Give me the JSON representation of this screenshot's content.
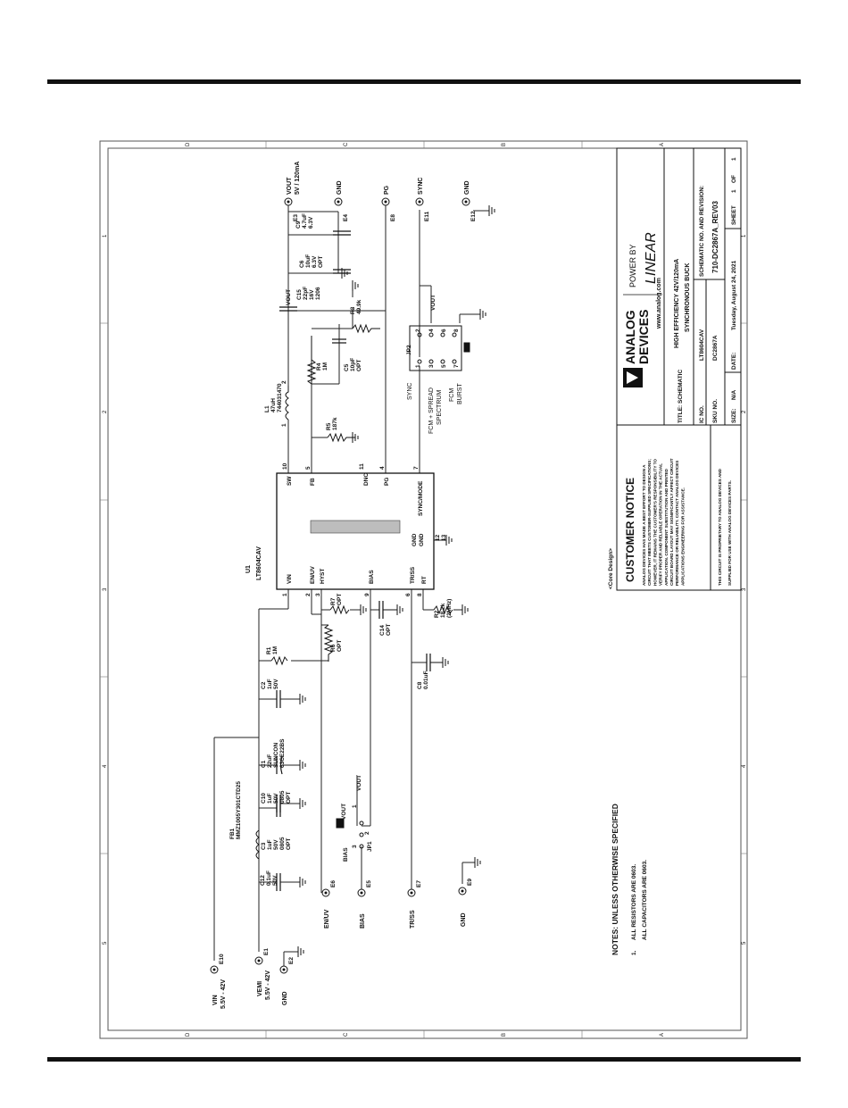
{
  "border": {
    "zones_top": [
      "D",
      "C",
      "B",
      "A"
    ],
    "zones_bottom": [
      "D",
      "C",
      "B",
      "A"
    ],
    "zones_left": [
      "5",
      "4",
      "3",
      "2",
      "1"
    ],
    "zones_right": [
      "5",
      "4",
      "3",
      "2",
      "1"
    ]
  },
  "ic": {
    "ref": "U1",
    "part": "LT8604CAV",
    "left_pins": [
      {
        "num": "1",
        "name": "VIN"
      },
      {
        "num": "2",
        "name": "EN/UV"
      },
      {
        "num": "3",
        "name": "HYST"
      },
      {
        "num": "9",
        "name": "BIAS"
      },
      {
        "num": "6",
        "name": "TR/SS"
      },
      {
        "num": "8",
        "name": "RT"
      }
    ],
    "right_pins": [
      {
        "num": "10",
        "name": "SW"
      },
      {
        "num": "5",
        "name": "FB"
      },
      {
        "num": "11",
        "name": "DNC"
      },
      {
        "num": "4",
        "name": "PG"
      },
      {
        "num": "7",
        "name": "SYNC/MODE"
      }
    ],
    "gnd_pins": [
      "GND",
      "GND"
    ],
    "gnd_nums": [
      "12",
      "13"
    ]
  },
  "terminals": [
    {
      "id": "E10",
      "label": "VIN",
      "sub": "5.5V - 42V"
    },
    {
      "id": "E1",
      "label": "VEMI",
      "sub": "5.5V - 42V"
    },
    {
      "id": "E2",
      "label": "GND",
      "sub": ""
    },
    {
      "id": "E6",
      "label": "EN/UV",
      "sub": ""
    },
    {
      "id": "E5",
      "label": "BIAS",
      "sub": ""
    },
    {
      "id": "E7",
      "label": "TR/SS",
      "sub": ""
    },
    {
      "id": "E9",
      "label": "GND",
      "sub": ""
    },
    {
      "id": "E3",
      "label": "VOUT",
      "sub": "5V / 120mA"
    },
    {
      "id": "E4",
      "label": "GND",
      "sub": ""
    },
    {
      "id": "E8",
      "label": "PG",
      "sub": ""
    },
    {
      "id": "E11",
      "label": "SYNC",
      "sub": ""
    },
    {
      "id": "E12",
      "label": "GND",
      "sub": ""
    }
  ],
  "parts": {
    "c12": [
      "C12",
      "0.1uF",
      "50V"
    ],
    "fb1": [
      "FB1",
      "MMZ1005Y301CTD25"
    ],
    "c3": [
      "C3",
      "1uF",
      "50V",
      "0805",
      "OPT"
    ],
    "c10": [
      "C10",
      "1uF",
      "50V",
      "0805",
      "OPT"
    ],
    "c1": [
      "C1",
      "22uF",
      "SUNCON",
      "63CE22BS"
    ],
    "c2": [
      "C2",
      "1uF",
      "50V"
    ],
    "r1": [
      "R1",
      "1M"
    ],
    "r6": [
      "R6",
      "OPT"
    ],
    "r7": [
      "R7",
      "OPT"
    ],
    "c14": [
      "C14",
      "OPT"
    ],
    "c8": [
      "C8",
      "0.01uF"
    ],
    "r2": [
      "R2",
      "18.2k",
      "(2MHz)"
    ],
    "l1": [
      "L1",
      "47uH",
      "744031470"
    ],
    "r5": [
      "R5",
      "187k"
    ],
    "r4": [
      "R4",
      "1M"
    ],
    "c5": [
      "C5",
      "10pF",
      "OPT"
    ],
    "r3": [
      "R3",
      "49.9k"
    ],
    "c15": [
      "C15",
      "22pF",
      "16V",
      "1206"
    ],
    "c6": [
      "C6",
      "10uF",
      "6.3V",
      "OPT"
    ],
    "c9": [
      "C9",
      "4.7uF",
      "6.3V"
    ]
  },
  "jp1": {
    "ref": "JP1",
    "pin1": "1",
    "pin2": "2",
    "pin3": "3",
    "vout": "VOUT",
    "bias": "BIAS",
    "vout2": "VOUT"
  },
  "jp2": {
    "ref": "JP2",
    "pins": [
      "1",
      "2",
      "3",
      "4",
      "5",
      "6",
      "7",
      "8"
    ],
    "labels": [
      "SYNC",
      "FCM + SPREAD",
      "SPECTRUM",
      "FCM",
      "BURST"
    ],
    "vout": "VOUT"
  },
  "net_labels": {
    "vout_top": "VOUT",
    "ic_pin_wire": "1",
    "pin2": "2"
  },
  "notes": {
    "title": "NOTES:  UNLESS OTHERWISE SPECIFIED",
    "num": "1.",
    "items": [
      "ALL RESISTORS ARE 0603.",
      "ALL CAPACITORS ARE 0603."
    ]
  },
  "core_design": "<Core Design>",
  "customer_notice": {
    "title": "CUSTOMER NOTICE",
    "lines": [
      "ANALOG DEVICES HAS MADE A BEST EFFORT TO DESIGN A",
      "CIRCUIT THAT MEETS CUSTOMER-SUPPLIED SPECIFICATIONS;",
      "HOWEVER, IT REMAINS THE CUSTOMER'S RESPONSIBILITY TO",
      "VERIFY PROPER AND RELIABLE OPERATION IN THE ACTUAL",
      "APPLICATION. COMPONENT SUBSTITUTION AND PRINTED",
      "CIRCUIT BOARD LAYOUT MAY SIGNIFICANTLY AFFECT CIRCUIT",
      "PERFORMANCE OR RELIABILITY. CONTACT ANALOG DEVICES",
      "APPLICATIONS ENGINEERING FOR ASSISTANCE."
    ],
    "proprietary": [
      "THIS CIRCUIT IS PROPRIETARY TO ANALOG DEVICES AND",
      "SUPPLIED FOR USE WITH ANALOG DEVICES PARTS."
    ]
  },
  "title_block": {
    "logo_line1": "ANALOG",
    "logo_line2": "DEVICES",
    "power_by": "POWER BY",
    "linear": "LINEAR",
    "website": "www.analog.com",
    "title_label": "TITLE: SCHEMATIC",
    "title_1": "HIGH EFFICIENCY 42V/120mA",
    "title_2": "SYNCHRONOUS BUCK",
    "ic_no_label": "IC NO.",
    "ic_no": "LT8604CAV",
    "sku_label": "SKU NO.",
    "sku": "DC2867A",
    "schem_label": "SCHEMATIC NO. AND REVISION:",
    "schem_no": "710-DC2867A_REV03",
    "size_label": "SIZE:",
    "size": "N/A",
    "date_label": "DATE:",
    "date": "Tuesday, August 24, 2021",
    "sheet_label": "SHEET",
    "sheet": "1",
    "of": "OF",
    "of_total": "1"
  }
}
